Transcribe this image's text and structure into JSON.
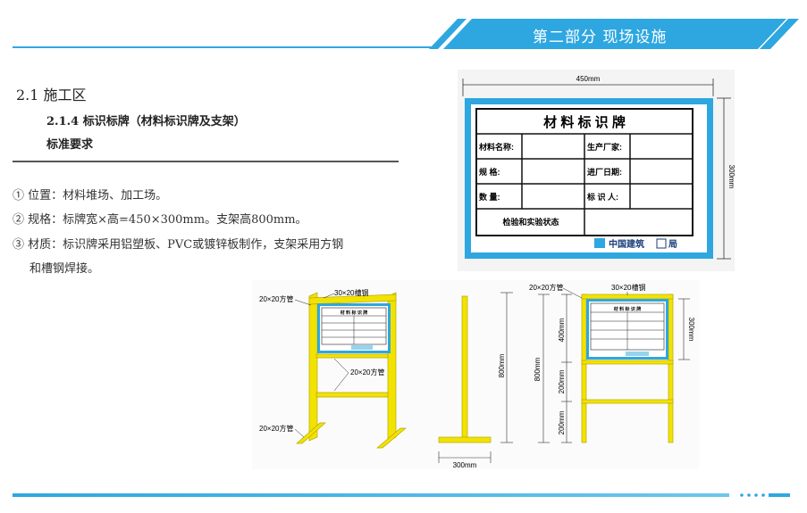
{
  "header": {
    "section_title": "第二部分 现场设施",
    "accent_color": "#2EA7E0"
  },
  "content": {
    "section_heading": "2.1 施工区",
    "subsection_heading": "2.1.4 标识标牌（材料标识牌及支架）",
    "requirements_heading": "标准要求",
    "items": [
      "① 位置：材料堆场、加工场。",
      "② 规格：标牌宽×高=450×300mm。支架高800mm。",
      "③ 材质：标识牌采用铝塑板、PVC或镀锌板制作，支架采用方钢",
      "和槽钢焊接。"
    ]
  },
  "sign": {
    "width_dim": "450mm",
    "height_dim": "300mm",
    "title": "材 料 标 识 牌",
    "label_material_name": "材料名称:",
    "label_manufacturer": "生产厂家:",
    "label_spec": "规    格:",
    "label_entry_date": "进厂日期:",
    "label_quantity": "数    量:",
    "label_marker": "标 识 人:",
    "label_inspection": "检验和实验状态",
    "company": "中国建筑",
    "company_suffix": "局",
    "border_color": "#2EA7E0"
  },
  "drawing": {
    "pipe_top_left": "20×20方管",
    "channel_steel": "30×20槽钢",
    "pipe_mid": "20×20方管",
    "pipe_bottom": "20×20方管",
    "side_height": "800mm",
    "base_width": "300mm",
    "front_pipe": "20×20方管",
    "front_channel": "30×20槽钢",
    "front_total": "800mm",
    "front_400": "400mm",
    "front_200a": "200mm",
    "front_200b": "200mm",
    "front_sign_h": "300mm",
    "mini_title": "材 料 标 识 牌",
    "frame_color": "#F2E200"
  }
}
